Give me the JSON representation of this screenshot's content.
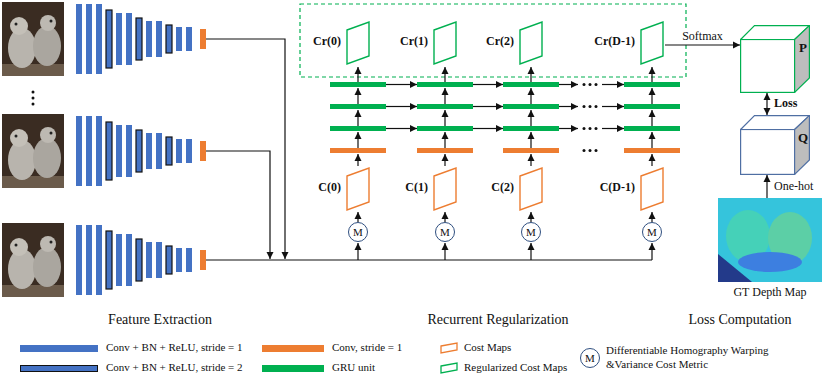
{
  "diagram": {
    "nodes": [
      {
        "text": [
          "Cr(0)"
        ]
      },
      {
        "text": [
          "Cr(1)"
        ]
      },
      {
        "text": [
          "Cr(2)"
        ]
      },
      {
        "text": [
          "Cr(D-1)"
        ]
      },
      {
        "text": [
          "P"
        ]
      },
      {
        "text": [
          "Q"
        ]
      },
      {
        "text": [
          "C(0)"
        ]
      },
      {
        "text": [
          "C(1)"
        ]
      },
      {
        "text": [
          "C(2)"
        ]
      },
      {
        "text": [
          "C(D-1)"
        ]
      },
      {
        "text": [
          "M"
        ]
      },
      {
        "text": [
          "M"
        ]
      },
      {
        "text": [
          "M"
        ]
      },
      {
        "text": [
          "M"
        ]
      },
      {
        "text": [
          "GT Depth Map"
        ]
      }
    ],
    "edges": [
      {
        "from": 10,
        "to": 6,
        "arrow": "to"
      },
      {
        "from": 11,
        "to": 7,
        "arrow": "to"
      },
      {
        "from": 12,
        "to": 8,
        "arrow": "to"
      },
      {
        "from": 13,
        "to": 9,
        "arrow": "to"
      },
      {
        "from": 3,
        "to": 4,
        "label": "Softmax",
        "arrow": "to"
      },
      {
        "from": 4,
        "to": 5,
        "label": "Loss",
        "arrow": "both"
      },
      {
        "from": 14,
        "to": 5,
        "label": "One-hot",
        "arrow": "to"
      }
    ],
    "labels": [
      "Feature Extraction",
      "Recurrent Regularization",
      "Loss Computation",
      "M"
    ],
    "legend": [
      {
        "text": "Conv + BN + ReLU, stride = 1",
        "color": "#4472c4"
      },
      {
        "text": "Conv, stride = 1",
        "color": "#ed7d31"
      },
      {
        "text": "Cost Maps"
      },
      {
        "text": "Differentiable Homography Warping &Variance Cost Metric"
      },
      {
        "text": "Conv + BN + ReLU, stride = 2",
        "color": "#4472c4"
      },
      {
        "text": "GRU unit",
        "color": "#00b050"
      },
      {
        "text": "Regularized Cost Maps"
      }
    ]
  }
}
